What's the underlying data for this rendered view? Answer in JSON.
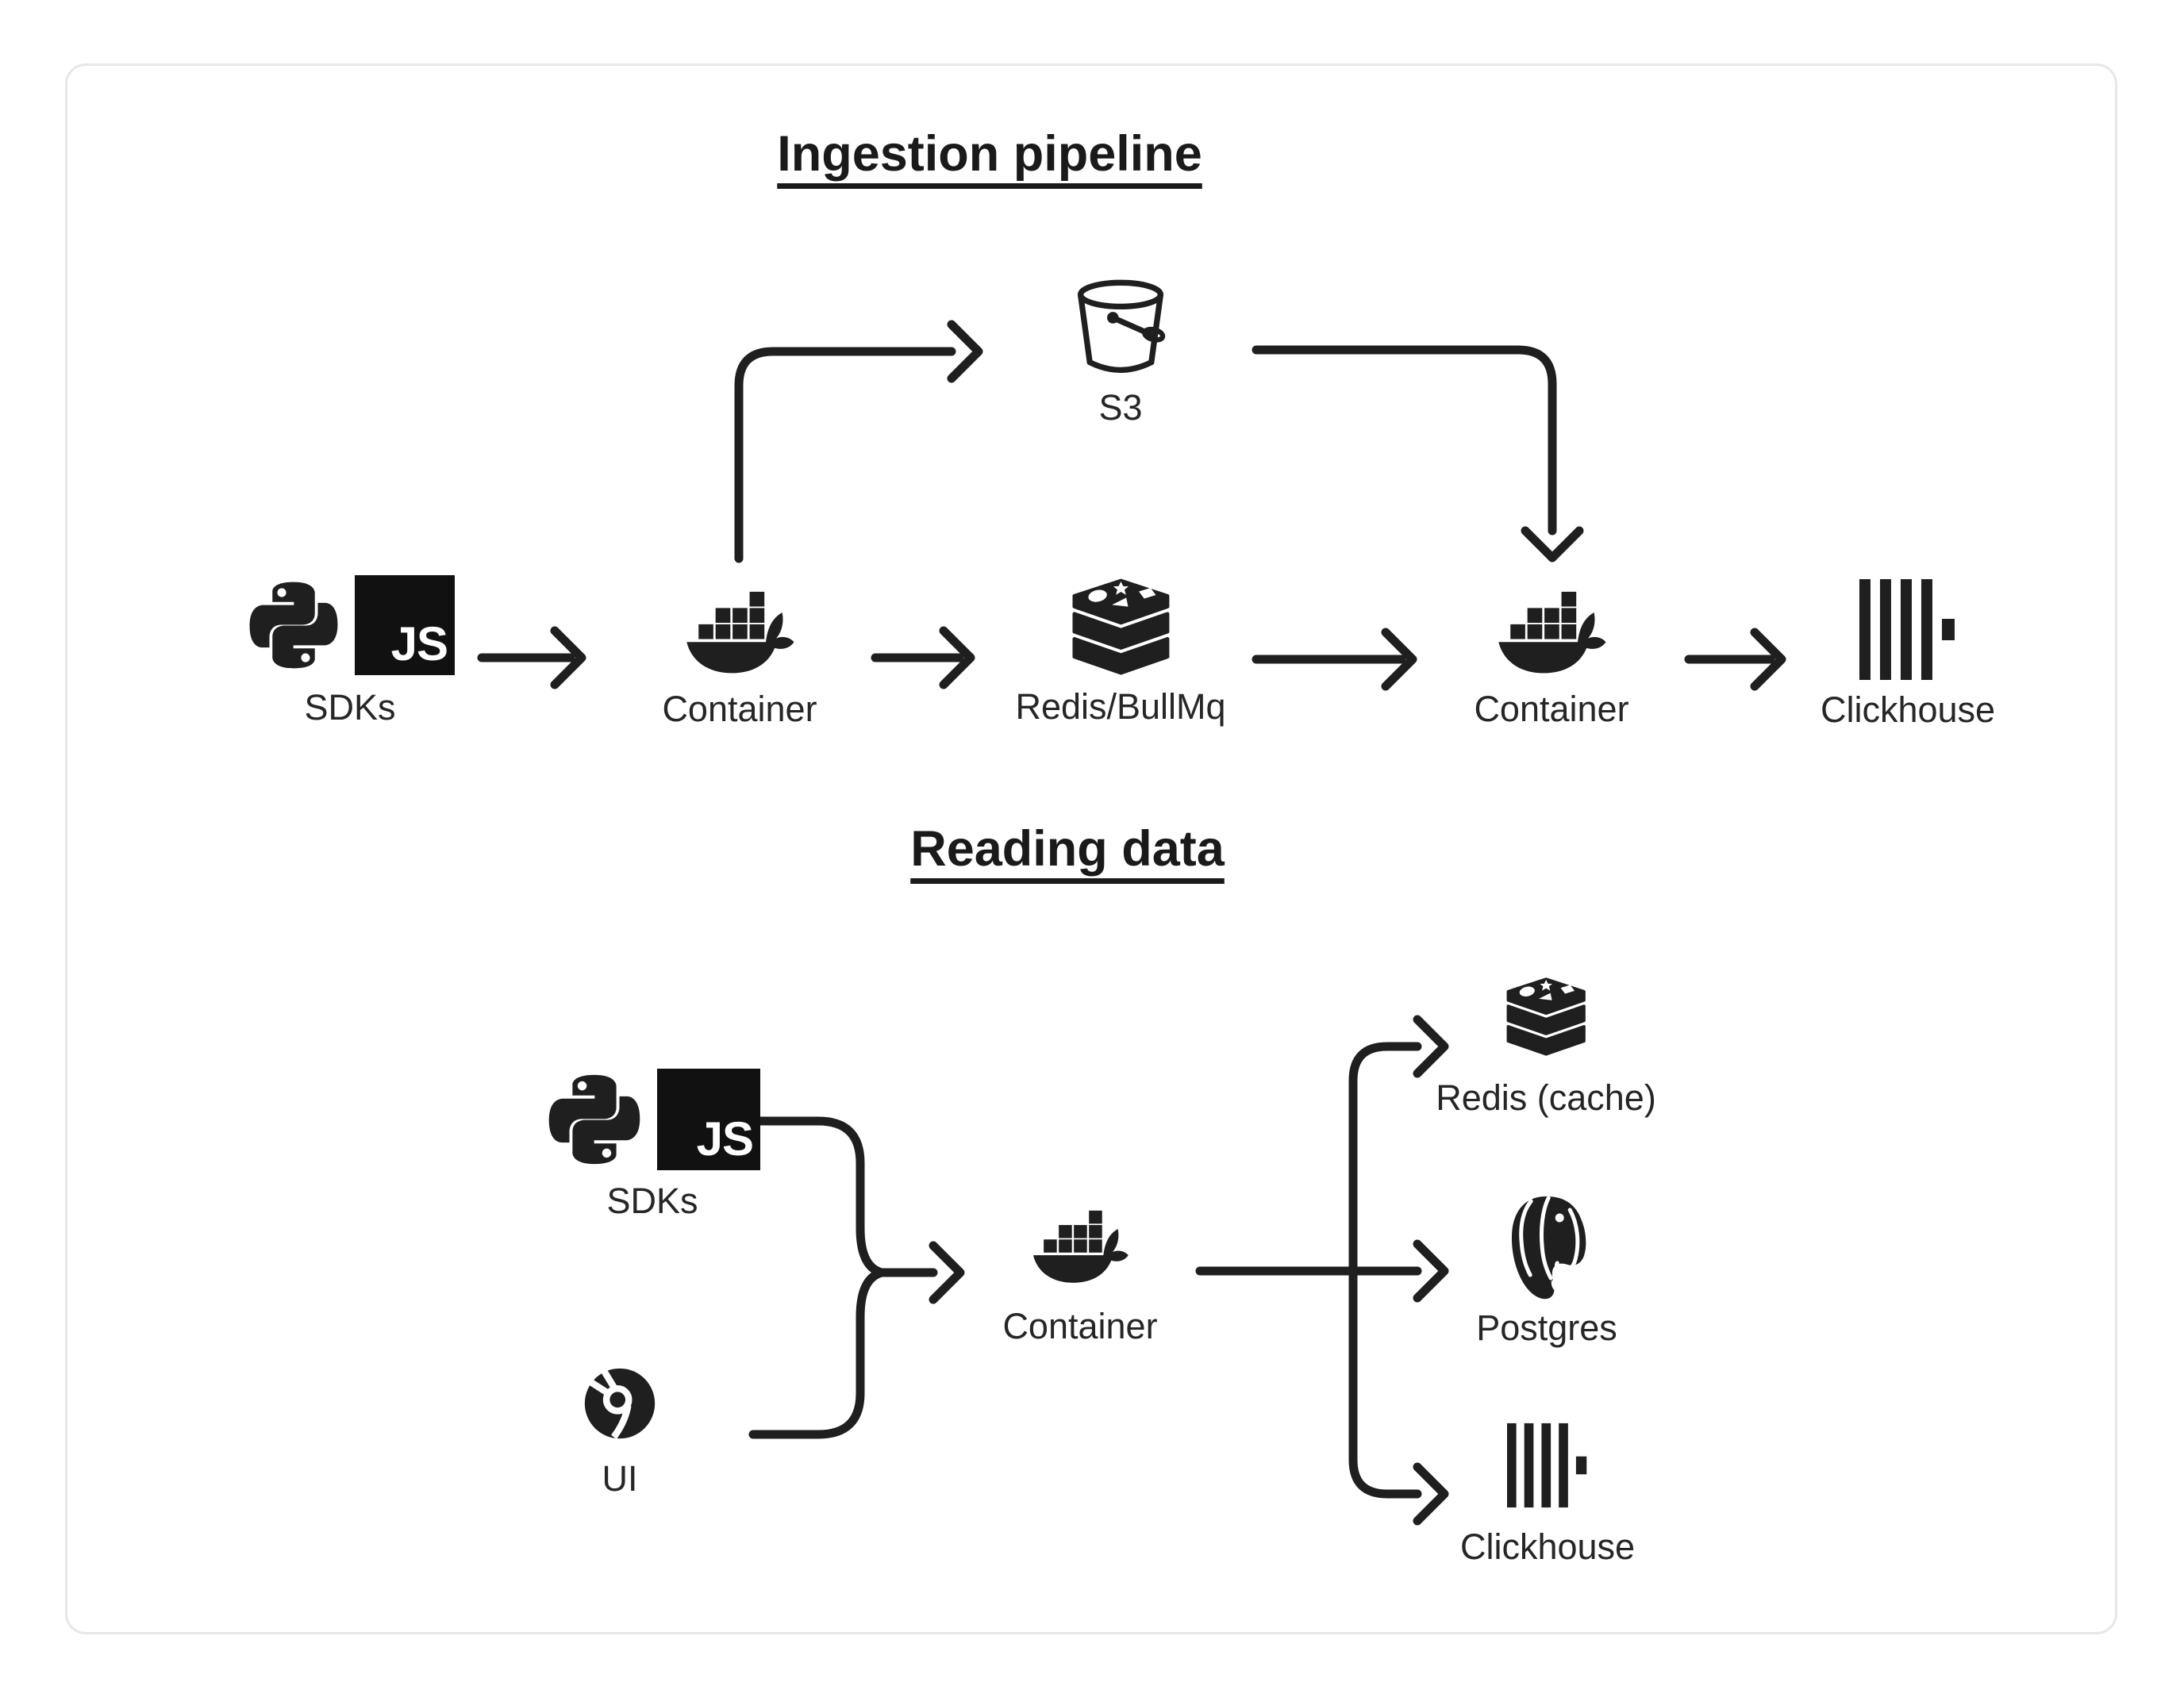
{
  "titles": {
    "ingestion": "Ingestion pipeline",
    "reading": "Reading data"
  },
  "nodes": {
    "s3": {
      "label": "S3"
    },
    "sdks_ingest": {
      "label": "SDKs"
    },
    "container_ingest_in": {
      "label": "Container"
    },
    "redis_queue": {
      "label": "Redis/BullMq"
    },
    "container_ingest_out": {
      "label": "Container"
    },
    "clickhouse_ingest": {
      "label": "Clickhouse"
    },
    "sdks_read": {
      "label": "SDKs"
    },
    "ui": {
      "label": "UI"
    },
    "container_read": {
      "label": "Container"
    },
    "redis_cache": {
      "label": "Redis (cache)"
    },
    "postgres": {
      "label": "Postgres"
    },
    "clickhouse_read": {
      "label": "Clickhouse"
    }
  },
  "badges": {
    "js": "JS"
  },
  "colors": {
    "ink": "#1f1f1f",
    "label": "#262626",
    "card_border": "#e7e7e7",
    "background": "#ffffff"
  }
}
